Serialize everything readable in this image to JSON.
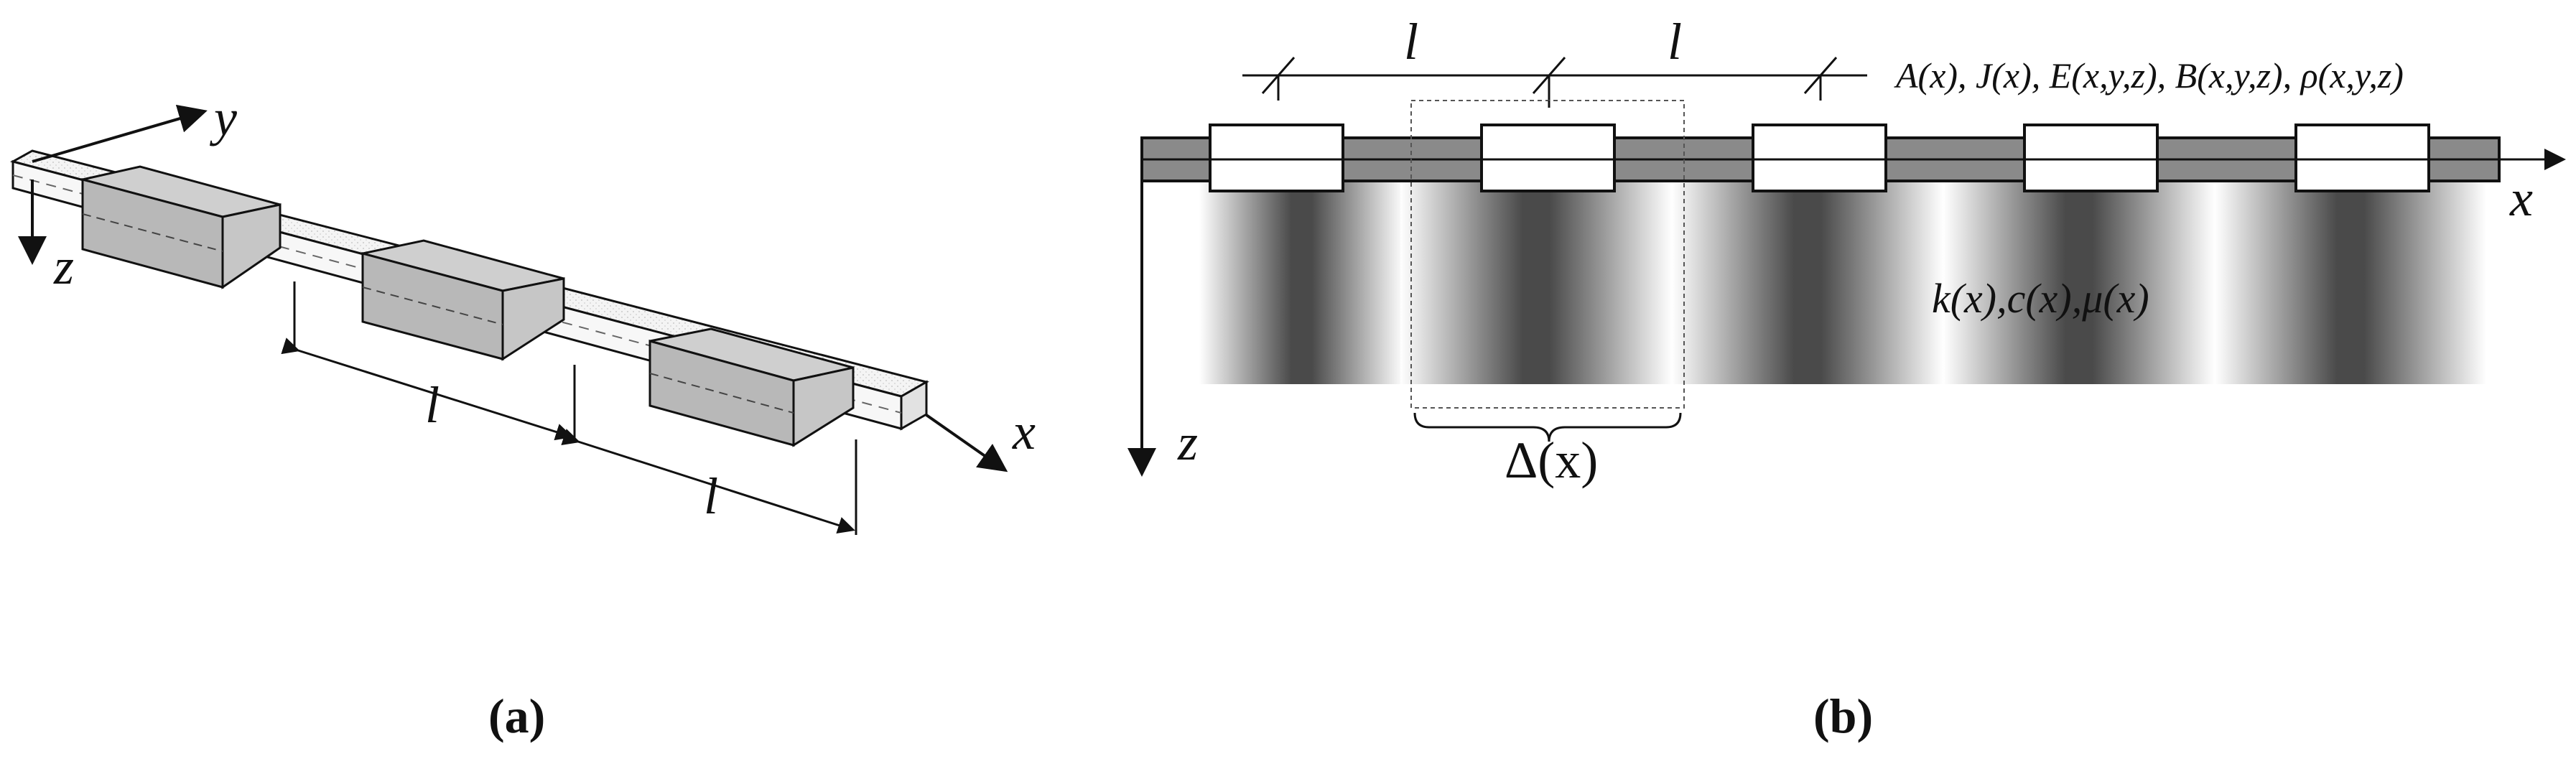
{
  "panel_a": {
    "axis_y": "y",
    "axis_z": "z",
    "axis_x": "x",
    "spacing_1": "l",
    "spacing_2": "l",
    "caption": "(a)"
  },
  "panel_b": {
    "spacing_1": "l",
    "spacing_2": "l",
    "beam_properties": "A(x), J(x), E(x,y,z), B(x,y,z), ρ(x,y,z)",
    "foundation_properties": "k(x),c(x),μ(x)",
    "period_label": "Δ(x)",
    "axis_x": "x",
    "axis_z": "z",
    "caption": "(b)"
  },
  "colors": {
    "block_face": "#b8b8b8",
    "block_top": "#cfcfcf",
    "beam_band": "#8a8a8a",
    "foundation_dark": "#4a4a4a",
    "line": "#111111"
  }
}
